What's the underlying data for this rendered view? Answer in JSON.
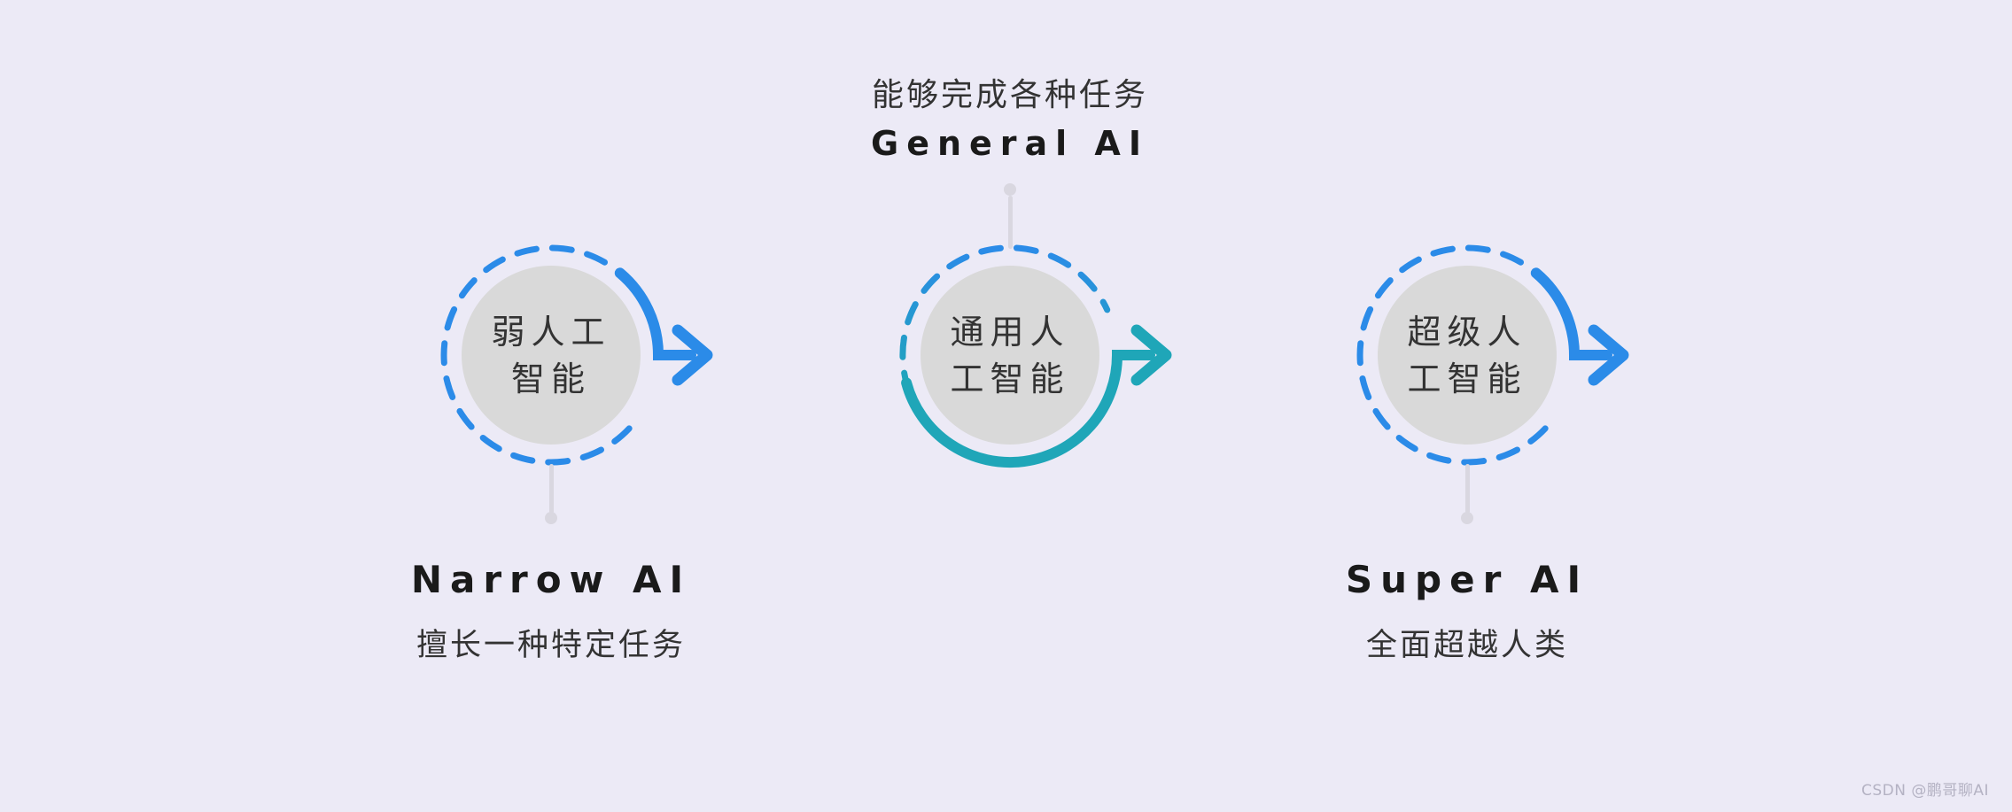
{
  "colors": {
    "background": "#ECEAF6",
    "blue": "#2B8BE8",
    "teal": "#1FA6B8",
    "gray_circle": "#D9D9D9",
    "connector": "#D9D7E0",
    "text_dark": "#1A1A1A",
    "text_body": "#333333",
    "watermark": "#B4B2C3"
  },
  "nodes": [
    {
      "key": "narrow",
      "circle_text": [
        "弱人工",
        "智能"
      ],
      "title": "Narrow AI",
      "caption": "擅长一种特定任务",
      "caption_position": "below-circle"
    },
    {
      "key": "general",
      "circle_text": [
        "通用人",
        "工智能"
      ],
      "title": "General AI",
      "caption": "能够完成各种任务",
      "caption_position": "above-circle"
    },
    {
      "key": "super",
      "circle_text": [
        "超级人",
        "工智能"
      ],
      "title": "Super AI",
      "caption": "全面超越人类",
      "caption_position": "below-circle"
    }
  ],
  "watermark": {
    "text": "CSDN @鹏哥聊AI"
  }
}
